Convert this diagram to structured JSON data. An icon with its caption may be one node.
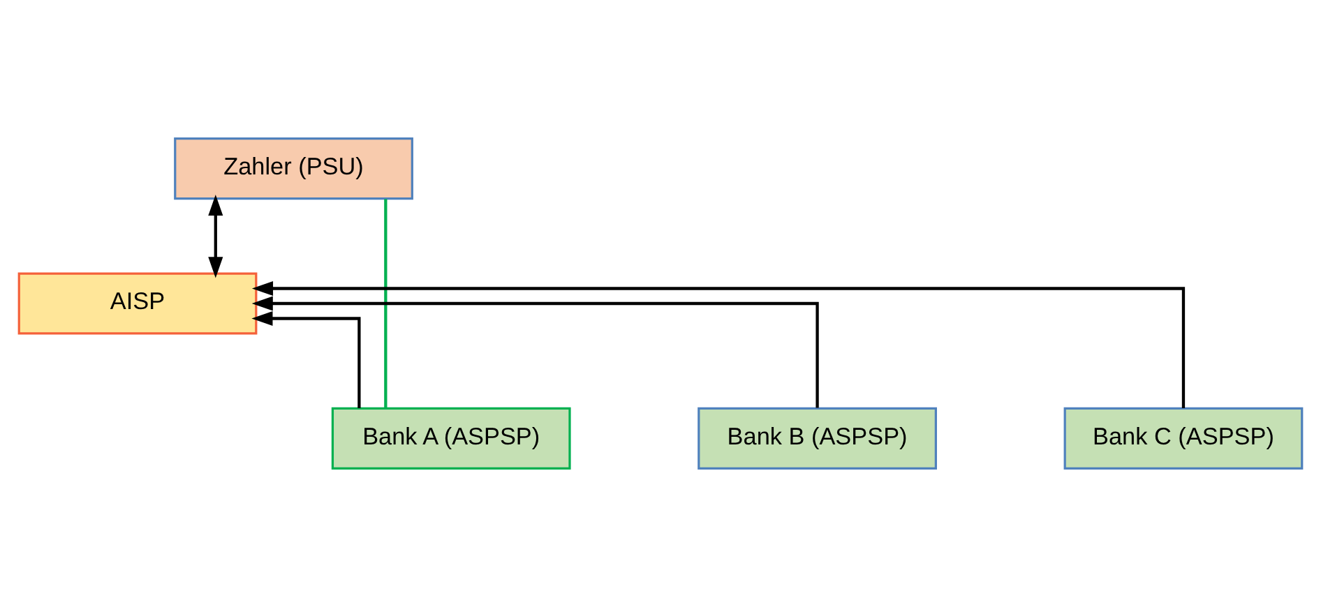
{
  "diagram": {
    "nodes": [
      {
        "text": [
          "Zahler (PSU)"
        ]
      },
      {
        "text": [
          "AISP"
        ]
      },
      {
        "text": [
          "Bank A (ASPSP)"
        ]
      },
      {
        "text": [
          "Bank B (ASPSP)"
        ]
      },
      {
        "text": [
          "Bank C (ASPSP)"
        ]
      }
    ],
    "edges": [
      {
        "from": 0,
        "to": 1,
        "arrow": "both"
      },
      {
        "from": 2,
        "to": 1,
        "arrow": "to"
      },
      {
        "from": 3,
        "to": 1,
        "arrow": "to"
      },
      {
        "from": 4,
        "to": 1,
        "arrow": "to"
      },
      {
        "from": 0,
        "to": 2,
        "arrow": "none",
        "color": "#00b050"
      }
    ]
  }
}
